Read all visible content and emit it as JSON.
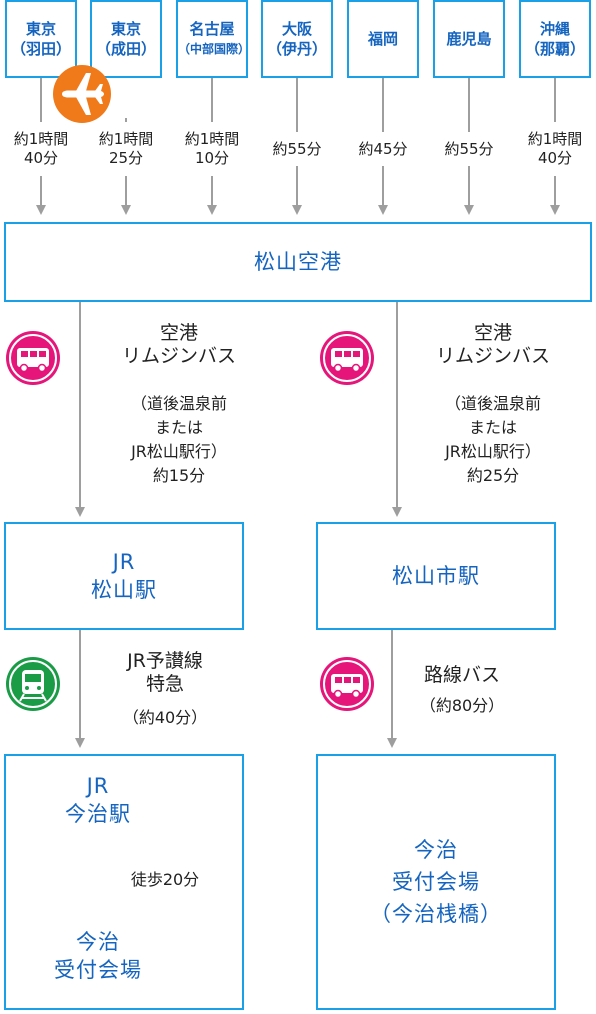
{
  "origins": [
    {
      "name": "東京",
      "sub": "（羽田）",
      "time": [
        "約1時間",
        "40分"
      ]
    },
    {
      "name": "東京",
      "sub": "（成田）",
      "time": [
        "約1時間",
        "25分"
      ]
    },
    {
      "name": "名古屋",
      "sub": "（中部国際）",
      "time": [
        "約1時間",
        "10分"
      ]
    },
    {
      "name": "大阪",
      "sub": "（伊丹）",
      "time": [
        "約55分"
      ]
    },
    {
      "name": "福岡",
      "sub": "",
      "time": [
        "約45分"
      ]
    },
    {
      "name": "鹿児島",
      "sub": "",
      "time": [
        "約55分"
      ]
    },
    {
      "name": "沖縄",
      "sub": "（那覇）",
      "time": [
        "約1時間",
        "40分"
      ]
    }
  ],
  "airport": "松山空港",
  "left_route": {
    "transport": [
      "空港",
      "リムジンバス",
      "（道後温泉前",
      "または",
      "JR松山駅行）",
      "約15分"
    ],
    "station": [
      "JR",
      "松山駅"
    ],
    "train": [
      "JR予讃線",
      "特急",
      "（約40分）"
    ],
    "destination_station": [
      "JR",
      "今治駅"
    ],
    "walk": "徒歩20分",
    "destination": [
      "今治",
      "受付会場"
    ]
  },
  "right_route": {
    "transport": [
      "空港",
      "リムジンバス",
      "（道後温泉前",
      "または",
      "JR松山駅行）",
      "約25分"
    ],
    "station": "松山市駅",
    "bus": [
      "路線バス",
      "（約80分）"
    ],
    "destination": [
      "今治",
      "受付会場",
      "（今治桟橋）"
    ]
  },
  "colors": {
    "border": "#1aa0e6",
    "text_blue": "#1565c0",
    "bus": "#e5157a",
    "train": "#1a9c47",
    "plane": "#f07a1a",
    "arrow": "#999999"
  }
}
